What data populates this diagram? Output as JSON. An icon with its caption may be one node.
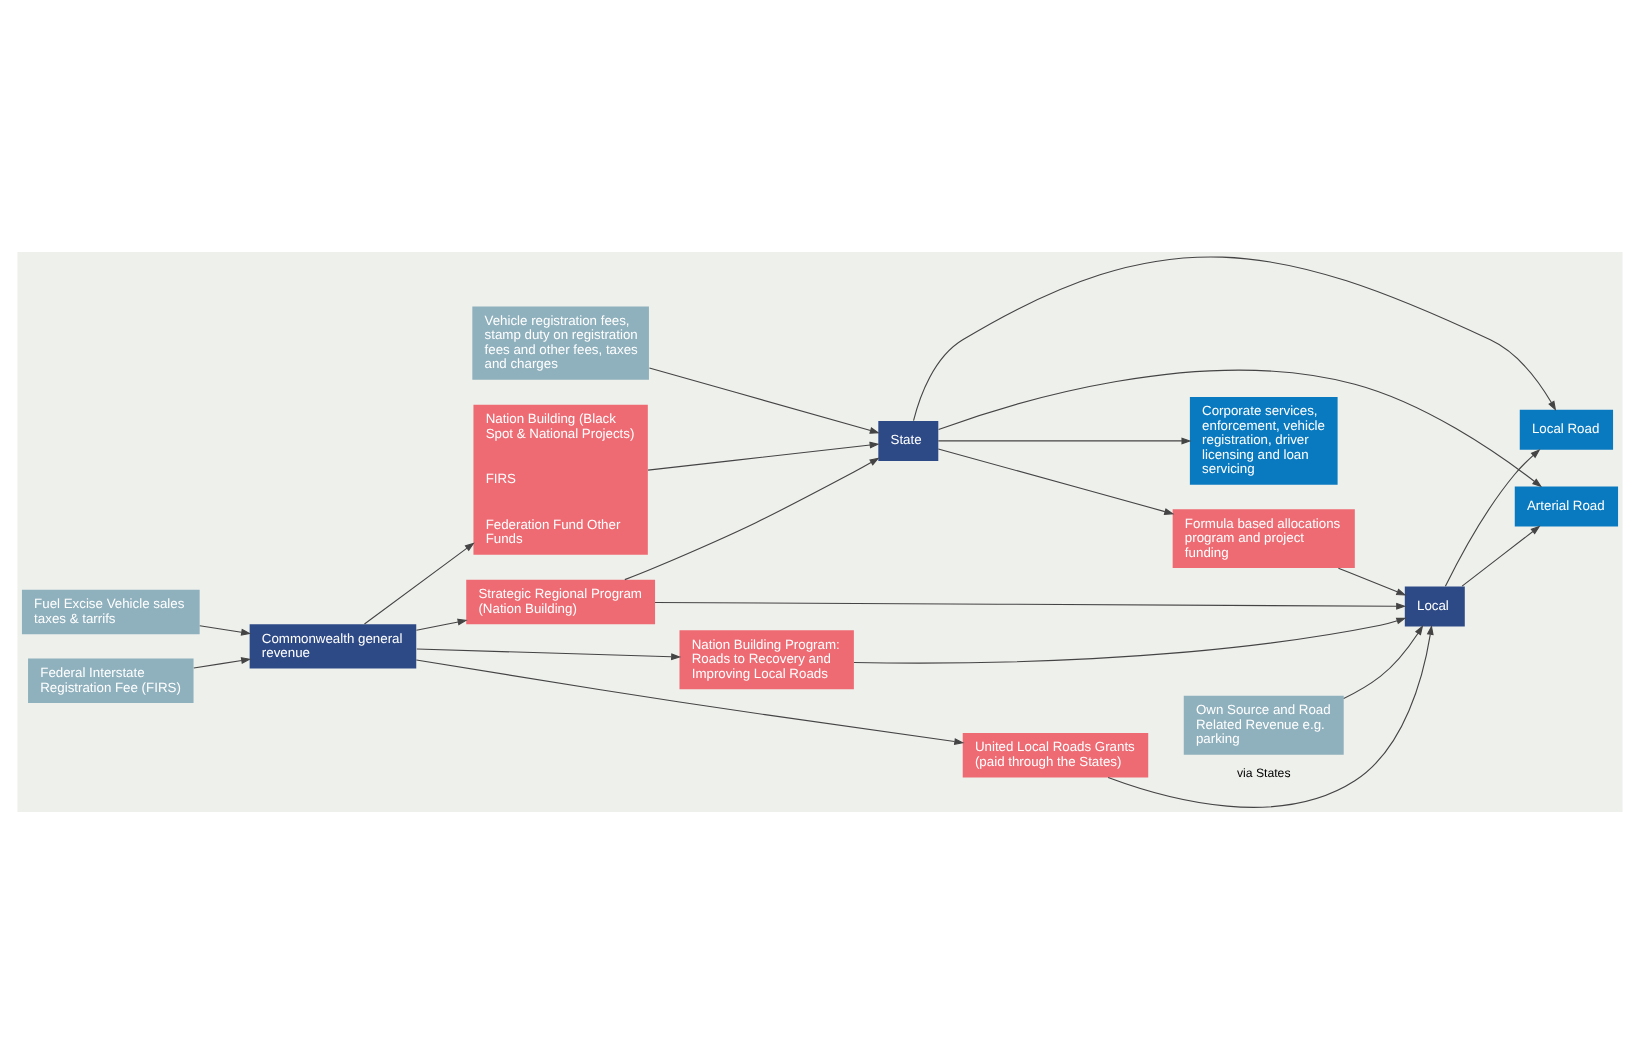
{
  "diagram": {
    "nodes": [
      {
        "text": [
          "Fuel Excise Vehicle sales taxes & tarrifs"
        ]
      },
      {
        "text": [
          "Federal Interstate Registration Fee (FIRS)"
        ]
      },
      {
        "text": [
          "Commonwealth general revenue"
        ]
      },
      {
        "text": [
          "Strategic Regional Program (Nation Building)"
        ]
      },
      {
        "text": [
          "Nation Building Program: Roads to Recovery and Improving Local Roads"
        ]
      },
      {
        "text": [
          "United Local Roads Grants (paid through the States)"
        ]
      },
      {
        "text": [
          "Nation Building (Black Spot & National Projects)",
          "FIRS",
          "Federation Fund Other Funds"
        ]
      },
      {
        "text": [
          "Own Source and Road Related Revenue e.g. parking"
        ]
      },
      {
        "text": [
          "State"
        ]
      },
      {
        "text": [
          "Formula based allocations program and project funding"
        ]
      },
      {
        "text": [
          "Local"
        ]
      },
      {
        "text": [
          "Vehicle registration fees, stamp duty on registration fees and other fees, taxes and charges"
        ]
      },
      {
        "text": [
          "Corporate services, enforcement, vehicle registration, driver licensing and loan servicing"
        ]
      },
      {
        "text": [
          "Arterial Road"
        ]
      },
      {
        "text": [
          "Local Road"
        ]
      }
    ],
    "edges": [
      {
        "from": 0,
        "to": 2,
        "arrow": "to"
      },
      {
        "from": 1,
        "to": 2,
        "arrow": "to"
      },
      {
        "from": 2,
        "to": 5,
        "arrow": "to"
      },
      {
        "from": 2,
        "to": 4,
        "arrow": "to"
      },
      {
        "from": 2,
        "to": 3,
        "arrow": "to"
      },
      {
        "from": 2,
        "to": 6,
        "arrow": "to"
      },
      {
        "from": 3,
        "to": 8,
        "arrow": "to"
      },
      {
        "from": 3,
        "to": 10,
        "arrow": "to"
      },
      {
        "from": 4,
        "to": 10,
        "arrow": "to"
      },
      {
        "from": 5,
        "to": 10,
        "arrow": "to",
        "label": "via States"
      },
      {
        "from": 6,
        "to": 8,
        "arrow": "to"
      },
      {
        "from": 7,
        "to": 10,
        "arrow": "to"
      },
      {
        "from": 11,
        "to": 8,
        "arrow": "to"
      },
      {
        "from": 8,
        "to": 9,
        "arrow": "to"
      },
      {
        "from": 9,
        "to": 10,
        "arrow": "to"
      },
      {
        "from": 8,
        "to": 12,
        "arrow": "to"
      },
      {
        "from": 8,
        "to": 13,
        "arrow": "to"
      },
      {
        "from": 8,
        "to": 14,
        "arrow": "to"
      },
      {
        "from": 10,
        "to": 14,
        "arrow": "to"
      },
      {
        "from": 10,
        "to": 13,
        "arrow": "to"
      }
    ]
  }
}
